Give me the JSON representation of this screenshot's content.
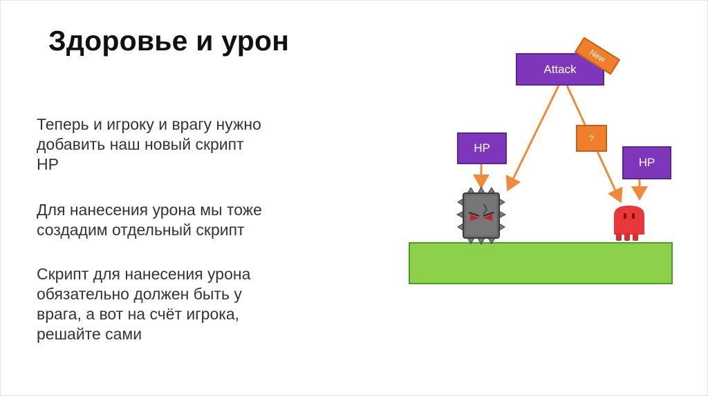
{
  "slide": {
    "title": "Здоровье и урон",
    "paragraphs": [
      [
        "Теперь и игроку и врагу нужно",
        "добавить наш новый скрипт",
        "HP"
      ],
      [
        "Для нанесения урона мы тоже",
        "создадим отдельный скрипт"
      ],
      [
        "Скрипт для нанесения урона",
        "обязательно должен быть у",
        "врага, а вот на счёт игрока,",
        "решайте сами"
      ]
    ]
  },
  "diagram": {
    "attack_label": "Attack",
    "new_badge": "New",
    "question_label": "?",
    "enemy_hp_label": "HP",
    "player_hp_label": "HP",
    "enemy_name": "spiked-block-enemy",
    "player_name": "red-blob-player",
    "colors": {
      "purple": "#7e37bb",
      "orange": "#f07f2c",
      "ground": "#8dd14b",
      "enemy": "#6b6b6b",
      "player": "#e8383a"
    }
  }
}
